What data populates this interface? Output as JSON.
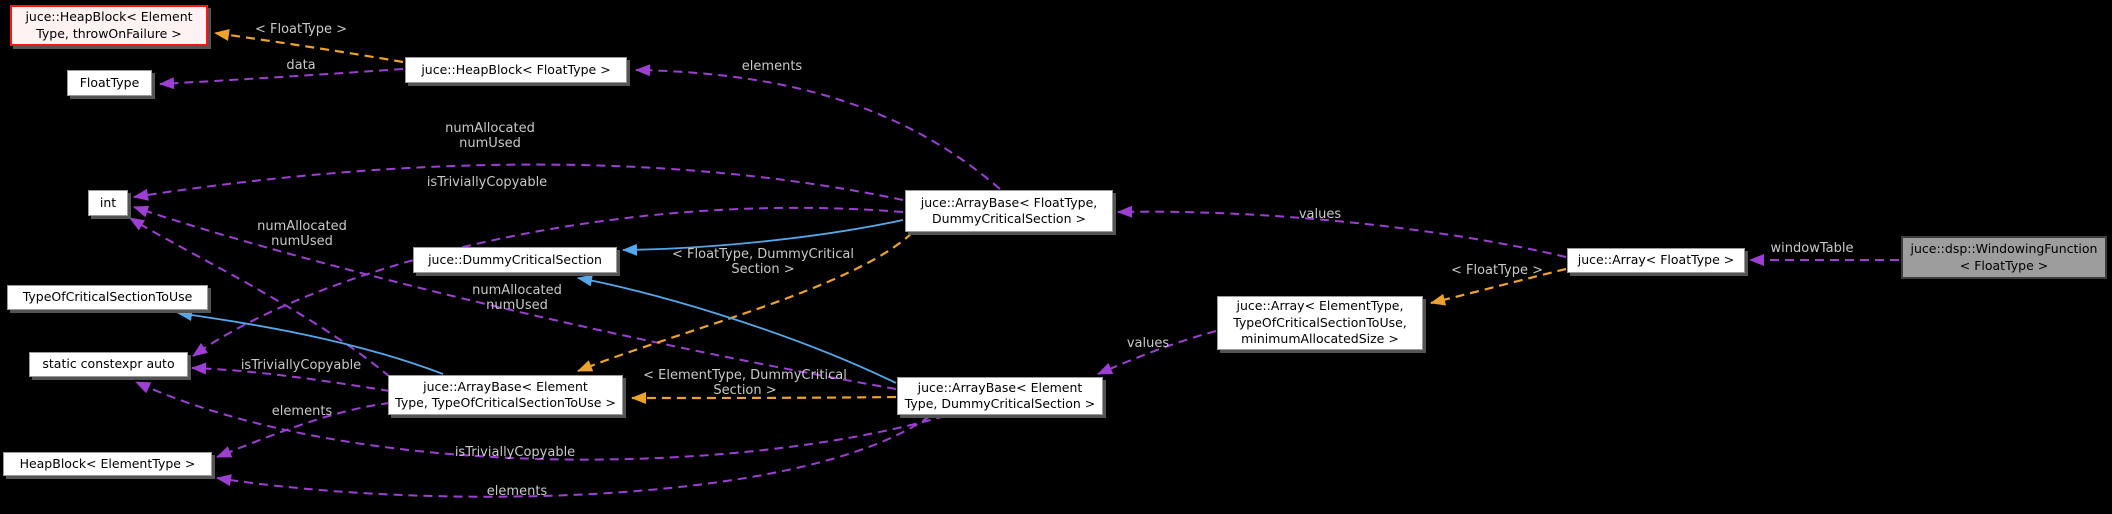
{
  "diagram": {
    "type": "doxygen-collaboration-graph",
    "background": "#000000",
    "colors": {
      "usage_edge": "#9d3fd3",
      "template_edge": "#eda22e",
      "inheritance_edge": "#55a8ea",
      "edge_label_text": "#c9c9c9",
      "node_fill": "#ffffff",
      "node_border": "#9a9a9a",
      "highlight_node_border": "#ff1313",
      "highlight_node_fill": "#fff2f2",
      "current_node_fill": "#9d9d9d"
    },
    "nodes": [
      {
        "id": "heapblock-elementtype-throwonfailure",
        "label": "juce::HeapBlock< Element\nType, throwOnFailure >",
        "kind": "highlighted"
      },
      {
        "id": "floattype",
        "label": "FloatType",
        "kind": "normal"
      },
      {
        "id": "heapblock-floattype",
        "label": "juce::HeapBlock< FloatType >",
        "kind": "normal"
      },
      {
        "id": "int",
        "label": "int",
        "kind": "normal"
      },
      {
        "id": "dummycriticalsection",
        "label": "juce::DummyCriticalSection",
        "kind": "normal"
      },
      {
        "id": "arraybase-floattype-dummycriticalsection",
        "label": "juce::ArrayBase< FloatType,\nDummyCriticalSection >",
        "kind": "normal"
      },
      {
        "id": "typeofcriticalsectiontouse",
        "label": "TypeOfCriticalSectionToUse",
        "kind": "normal"
      },
      {
        "id": "static-constexpr-auto",
        "label": "static constexpr auto",
        "kind": "normal"
      },
      {
        "id": "heapblock-elementtype",
        "label": "HeapBlock< ElementType >",
        "kind": "normal"
      },
      {
        "id": "arraybase-elementtype-typeofcriticalsectiontouse",
        "label": "juce::ArrayBase< Element\nType, TypeOfCriticalSectionToUse >",
        "kind": "normal"
      },
      {
        "id": "arraybase-elementtype-dummycriticalsection",
        "label": "juce::ArrayBase< Element\nType, DummyCriticalSection >",
        "kind": "normal"
      },
      {
        "id": "array-elementtype",
        "label": "juce::Array< ElementType,\nTypeOfCriticalSectionToUse,\nminimumAllocatedSize >",
        "kind": "normal"
      },
      {
        "id": "array-floattype",
        "label": "juce::Array< FloatType >",
        "kind": "normal"
      },
      {
        "id": "windowingfunction-floattype",
        "label": "juce::dsp::WindowingFunction\n< FloatType >",
        "kind": "current"
      }
    ],
    "edge_labels": [
      {
        "text": "< FloatType >",
        "kind": "template",
        "from": "juce::HeapBlock< FloatType >",
        "to": "juce::HeapBlock< ElementType, throwOnFailure >"
      },
      {
        "text": "data",
        "kind": "usage",
        "from": "juce::HeapBlock< FloatType >",
        "to": "FloatType"
      },
      {
        "text": "elements",
        "kind": "usage",
        "from": "juce::ArrayBase< FloatType, DummyCriticalSection >",
        "to": "juce::HeapBlock< FloatType >"
      },
      {
        "text": "numAllocated\nnumUsed",
        "kind": "usage",
        "from": "juce::ArrayBase< FloatType, DummyCriticalSection >",
        "to": "int"
      },
      {
        "text": "isTriviallyCopyable",
        "kind": "usage",
        "from": "juce::ArrayBase< FloatType, DummyCriticalSection >",
        "to": "static constexpr auto"
      },
      {
        "text": "numAllocated\nnumUsed",
        "kind": "usage",
        "from": "juce::ArrayBase< ElementType, TypeOfCriticalSectionToUse >",
        "to": "int"
      },
      {
        "text": "< FloatType, DummyCritical\nSection >",
        "kind": "template",
        "from": "juce::ArrayBase< FloatType, DummyCriticalSection >",
        "to": "juce::ArrayBase< ElementType, TypeOfCriticalSectionToUse >"
      },
      {
        "text": "numAllocated\nnumUsed",
        "kind": "usage",
        "from": "juce::ArrayBase< ElementType, DummyCriticalSection >",
        "to": "int"
      },
      {
        "text": "values",
        "kind": "usage",
        "from": "juce::Array< FloatType >",
        "to": "juce::ArrayBase< FloatType, DummyCriticalSection >"
      },
      {
        "text": "< FloatType >",
        "kind": "template",
        "from": "juce::Array< FloatType >",
        "to": "juce::Array< ElementType, TypeOfCriticalSectionToUse, minimumAllocatedSize >"
      },
      {
        "text": "windowTable",
        "kind": "usage",
        "from": "juce::dsp::WindowingFunction< FloatType >",
        "to": "juce::Array< FloatType >"
      },
      {
        "text": "values",
        "kind": "usage",
        "from": "juce::Array< ElementType, TypeOfCriticalSectionToUse, minimumAllocatedSize >",
        "to": "juce::ArrayBase< ElementType, DummyCriticalSection >"
      },
      {
        "text": "< ElementType, DummyCritical\nSection >",
        "kind": "template",
        "from": "juce::ArrayBase< ElementType, DummyCriticalSection >",
        "to": "juce::ArrayBase< ElementType, TypeOfCriticalSectionToUse >"
      },
      {
        "text": "isTriviallyCopyable",
        "kind": "usage",
        "from": "juce::ArrayBase< ElementType, TypeOfCriticalSectionToUse >",
        "to": "static constexpr auto"
      },
      {
        "text": "elements",
        "kind": "usage",
        "from": "juce::ArrayBase< ElementType, TypeOfCriticalSectionToUse >",
        "to": "HeapBlock< ElementType >"
      },
      {
        "text": "isTriviallyCopyable",
        "kind": "usage",
        "from": "juce::ArrayBase< ElementType, DummyCriticalSection >",
        "to": "static constexpr auto"
      },
      {
        "text": "elements",
        "kind": "usage",
        "from": "juce::ArrayBase< ElementType, DummyCriticalSection >",
        "to": "HeapBlock< ElementType >"
      }
    ],
    "inheritance_edges": [
      {
        "from": "juce::ArrayBase< FloatType, DummyCriticalSection >",
        "to": "juce::DummyCriticalSection"
      },
      {
        "from": "juce::ArrayBase< ElementType, DummyCriticalSection >",
        "to": "juce::DummyCriticalSection"
      },
      {
        "from": "juce::ArrayBase< ElementType, TypeOfCriticalSectionToUse >",
        "to": "TypeOfCriticalSectionToUse"
      }
    ]
  }
}
